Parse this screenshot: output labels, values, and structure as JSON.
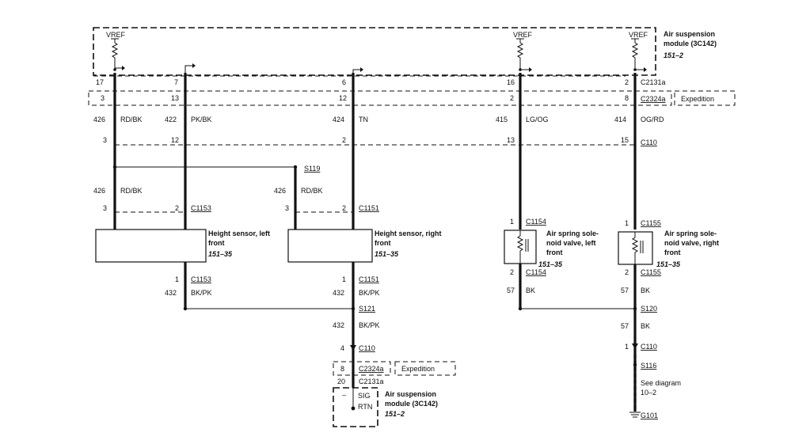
{
  "module_top": {
    "name_line1": "Air suspension",
    "name_line2": "module (3C142)",
    "ref": "151–2",
    "vref": "VREF"
  },
  "wires": [
    {
      "pin_c2131a": "17",
      "pin_c2324a": "3",
      "circuit": "426",
      "color": "RD/BK",
      "pin_c110": "3"
    },
    {
      "pin_c2131a": "7",
      "pin_c2324a": "13",
      "circuit": "422",
      "color": "PK/BK",
      "pin_c110": "12"
    },
    {
      "pin_c2131a": "6",
      "pin_c2324a": "12",
      "circuit": "424",
      "color": "TN",
      "pin_c110": "2"
    },
    {
      "pin_c2131a": "16",
      "pin_c2324a": "2",
      "circuit": "415",
      "color": "LG/OG",
      "pin_c110": "13"
    },
    {
      "pin_c2131a": "2",
      "pin_c2324a": "8",
      "circuit": "414",
      "color": "OG/RD",
      "pin_c110": "15"
    }
  ],
  "connectors": {
    "c2131a": "C2131a",
    "c2324a": "C2324a",
    "c110": "C110",
    "c1153": "C1153",
    "c1151": "C1151",
    "c1154": "C1154",
    "c1155": "C1155"
  },
  "expedition": "Expedition",
  "splices": {
    "s119": "S119",
    "s121": "S121",
    "s120": "S120",
    "s116": "S116",
    "g101": "G101"
  },
  "left_sensor": {
    "circuit": "426",
    "color": "RD/BK",
    "pin_a": "3",
    "pin_b": "2",
    "name_line1": "Height sensor, left",
    "name_line2": "front",
    "ref": "151–35",
    "out_pin": "1",
    "out_circuit": "432",
    "out_color": "BK/PK"
  },
  "right_sensor": {
    "circuit": "426",
    "color": "RD/BK",
    "pin_a": "3",
    "pin_b": "2",
    "name_line1": "Height sensor, right",
    "name_line2": "front",
    "ref": "151–35",
    "out_pin": "1",
    "out_circuit": "432",
    "out_color": "BK/PK"
  },
  "left_valve": {
    "pin_top": "1",
    "pin_bot": "2",
    "name_line1": "Air spring sole-",
    "name_line2": "noid valve, left",
    "name_line3": "front",
    "ref": "151–35",
    "circuit": "57",
    "color": "BK"
  },
  "right_valve": {
    "pin_top": "1",
    "pin_bot": "2",
    "name_line1": "Air spring sole-",
    "name_line2": "noid valve, right",
    "name_line3": "front",
    "ref": "151–35",
    "circuit": "57",
    "color": "BK"
  },
  "lower": {
    "circuit": "432",
    "color": "BK/PK",
    "pin_c110": "4",
    "pin_c2324a": "8",
    "pin_c2131a": "20",
    "sig": "SIG",
    "rtn": "RTN",
    "minus": "–",
    "name_line1": "Air suspension",
    "name_line2": "module (3C142)",
    "ref": "151–2"
  },
  "ground": {
    "circuit": "57",
    "color": "BK",
    "pin_c110": "1",
    "see1": "See diagram",
    "see2": "10–2"
  }
}
